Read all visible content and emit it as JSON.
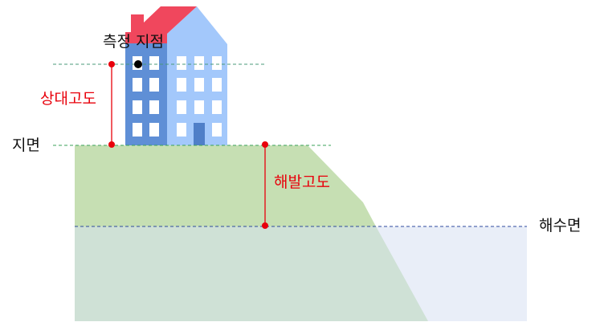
{
  "labels": {
    "measurement_point": "측정 지점",
    "relative_height": "상대고도",
    "ground": "지면",
    "altitude": "해발고도",
    "sea_level": "해수면"
  },
  "colors": {
    "roof": "#f0475d",
    "building_dark": "#5f8fd6",
    "building_light": "#a3c8fb",
    "window": "#ffffff",
    "door": "#4f7fc8",
    "land": "#c6dfb3",
    "land_underwater": "#cfe1d6",
    "sea": "#e9eef8",
    "marker": "#e8000b",
    "ground_line": "#3aa05a",
    "sea_line": "#2e4a9e"
  }
}
